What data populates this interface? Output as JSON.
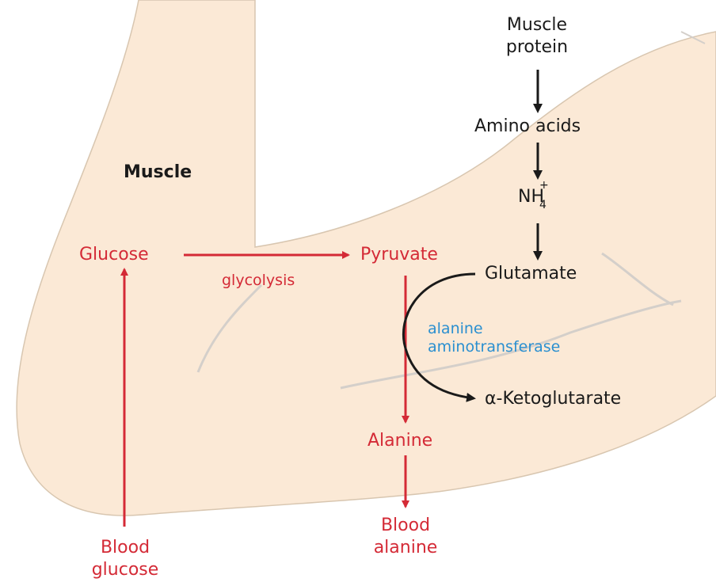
{
  "diagram": {
    "labels": {
      "muscle": "Muscle",
      "muscle_protein_line1": "Muscle",
      "muscle_protein_line2": "protein",
      "amino_acids": "Amino acids",
      "ammonium_base": "NH",
      "ammonium_sub": "4",
      "ammonium_sup": "+",
      "glutamate": "Glutamate",
      "alpha_ketoglutarate": "α-Ketoglutarate",
      "enzyme_line1": "alanine",
      "enzyme_line2": "aminotransferase",
      "glucose": "Glucose",
      "glycolysis": "glycolysis",
      "pyruvate": "Pyruvate",
      "alanine": "Alanine",
      "blood_alanine_line1": "Blood",
      "blood_alanine_line2": "alanine",
      "blood_glucose_line1": "Blood",
      "blood_glucose_line2": "glucose"
    },
    "colors": {
      "pathway_red": "#d42a36",
      "text_black": "#1a1a1a",
      "enzyme_blue": "#2a8fd0",
      "arm_fill": "#fbe9d6",
      "arm_outline": "#c9b9a6"
    }
  }
}
